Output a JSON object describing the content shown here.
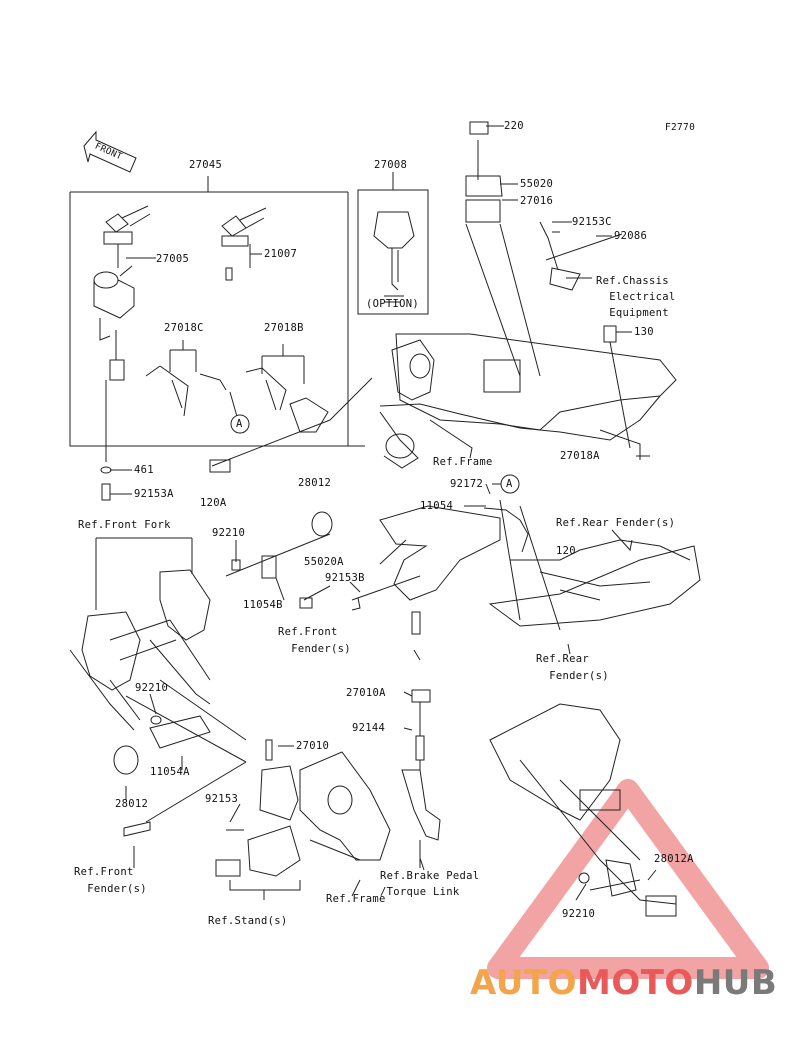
{
  "figure_id": "F2770",
  "front_label": "FRONT",
  "option_label": "(OPTION)",
  "callout_a": "A",
  "labels": {
    "p27045": "27045",
    "p27008": "27008",
    "p220": "220",
    "p55020": "55020",
    "p27016": "27016",
    "p92153c": "92153C",
    "p92086": "92086",
    "ref_chassis": "Ref.Chassis\n  Electrical\n  Equipment",
    "p130": "130",
    "p27005": "27005",
    "p21007": "21007",
    "p27018c": "27018C",
    "p27018b": "27018B",
    "ref_frame_top": "Ref.Frame",
    "p27018a": "27018A",
    "p461": "461",
    "p92153a": "92153A",
    "p120a": "120A",
    "p28012_top": "28012",
    "p92172": "92172",
    "p11054": "11054",
    "ref_rear_fender_1": "Ref.Rear Fender(s)",
    "ref_front_fork": "Ref.Front Fork",
    "p92210_top": "92210",
    "p55020a": "55020A",
    "p120": "120",
    "p92153b": "92153B",
    "p11054b": "11054B",
    "ref_front_fender_1": "Ref.Front\n  Fender(s)",
    "ref_rear_fender_2": "Ref.Rear\n  Fender(s)",
    "p27010a": "27010A",
    "p92210_mid": "92210",
    "p92144": "92144",
    "p11054a": "11054A",
    "p27010": "27010",
    "p28012_bot": "28012",
    "p92153": "92153",
    "ref_front_fender_2": "Ref.Front\n  Fender(s)",
    "ref_brake_pedal": "Ref.Brake Pedal\n/Torque Link",
    "p28012a": "28012A",
    "p92210_bot": "92210",
    "ref_frame_bot": "Ref.Frame",
    "ref_stand": "Ref.Stand(s)"
  },
  "watermark": {
    "part1": "AUTO",
    "part2": "MOTO",
    "part3": "HUB"
  },
  "colors": {
    "line": "#222222",
    "watermark_red": "#e85a5a",
    "watermark_orange": "#f4a44a",
    "watermark_gray": "#7a7a7a"
  }
}
